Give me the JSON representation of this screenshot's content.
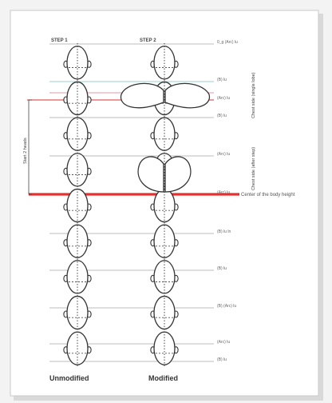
{
  "columns": [
    {
      "step": "STEP 1",
      "title": "Unmodified"
    },
    {
      "step": "STEP 2",
      "title": "Modified"
    }
  ],
  "center_label": "Center of the body height",
  "side_note_left": "Start 2 heads",
  "side_note_top": "Chest side (single lobe)",
  "side_note_bottom": "Chest side (after step)",
  "row_labels": [
    "0_g (Arc) lu",
    "(B) lu",
    "(Arc) lu",
    "(B) lu",
    "(Arc) lu",
    "(Arc) lu",
    "(B) lu ln",
    "(B) lu",
    "(B) (Arc) lu",
    "(Arc) lu",
    "(B) lu"
  ],
  "colors": {
    "center_line": "#e53030",
    "guide_pink": "#e39aa6",
    "guide_teal": "#9ccfd0"
  }
}
